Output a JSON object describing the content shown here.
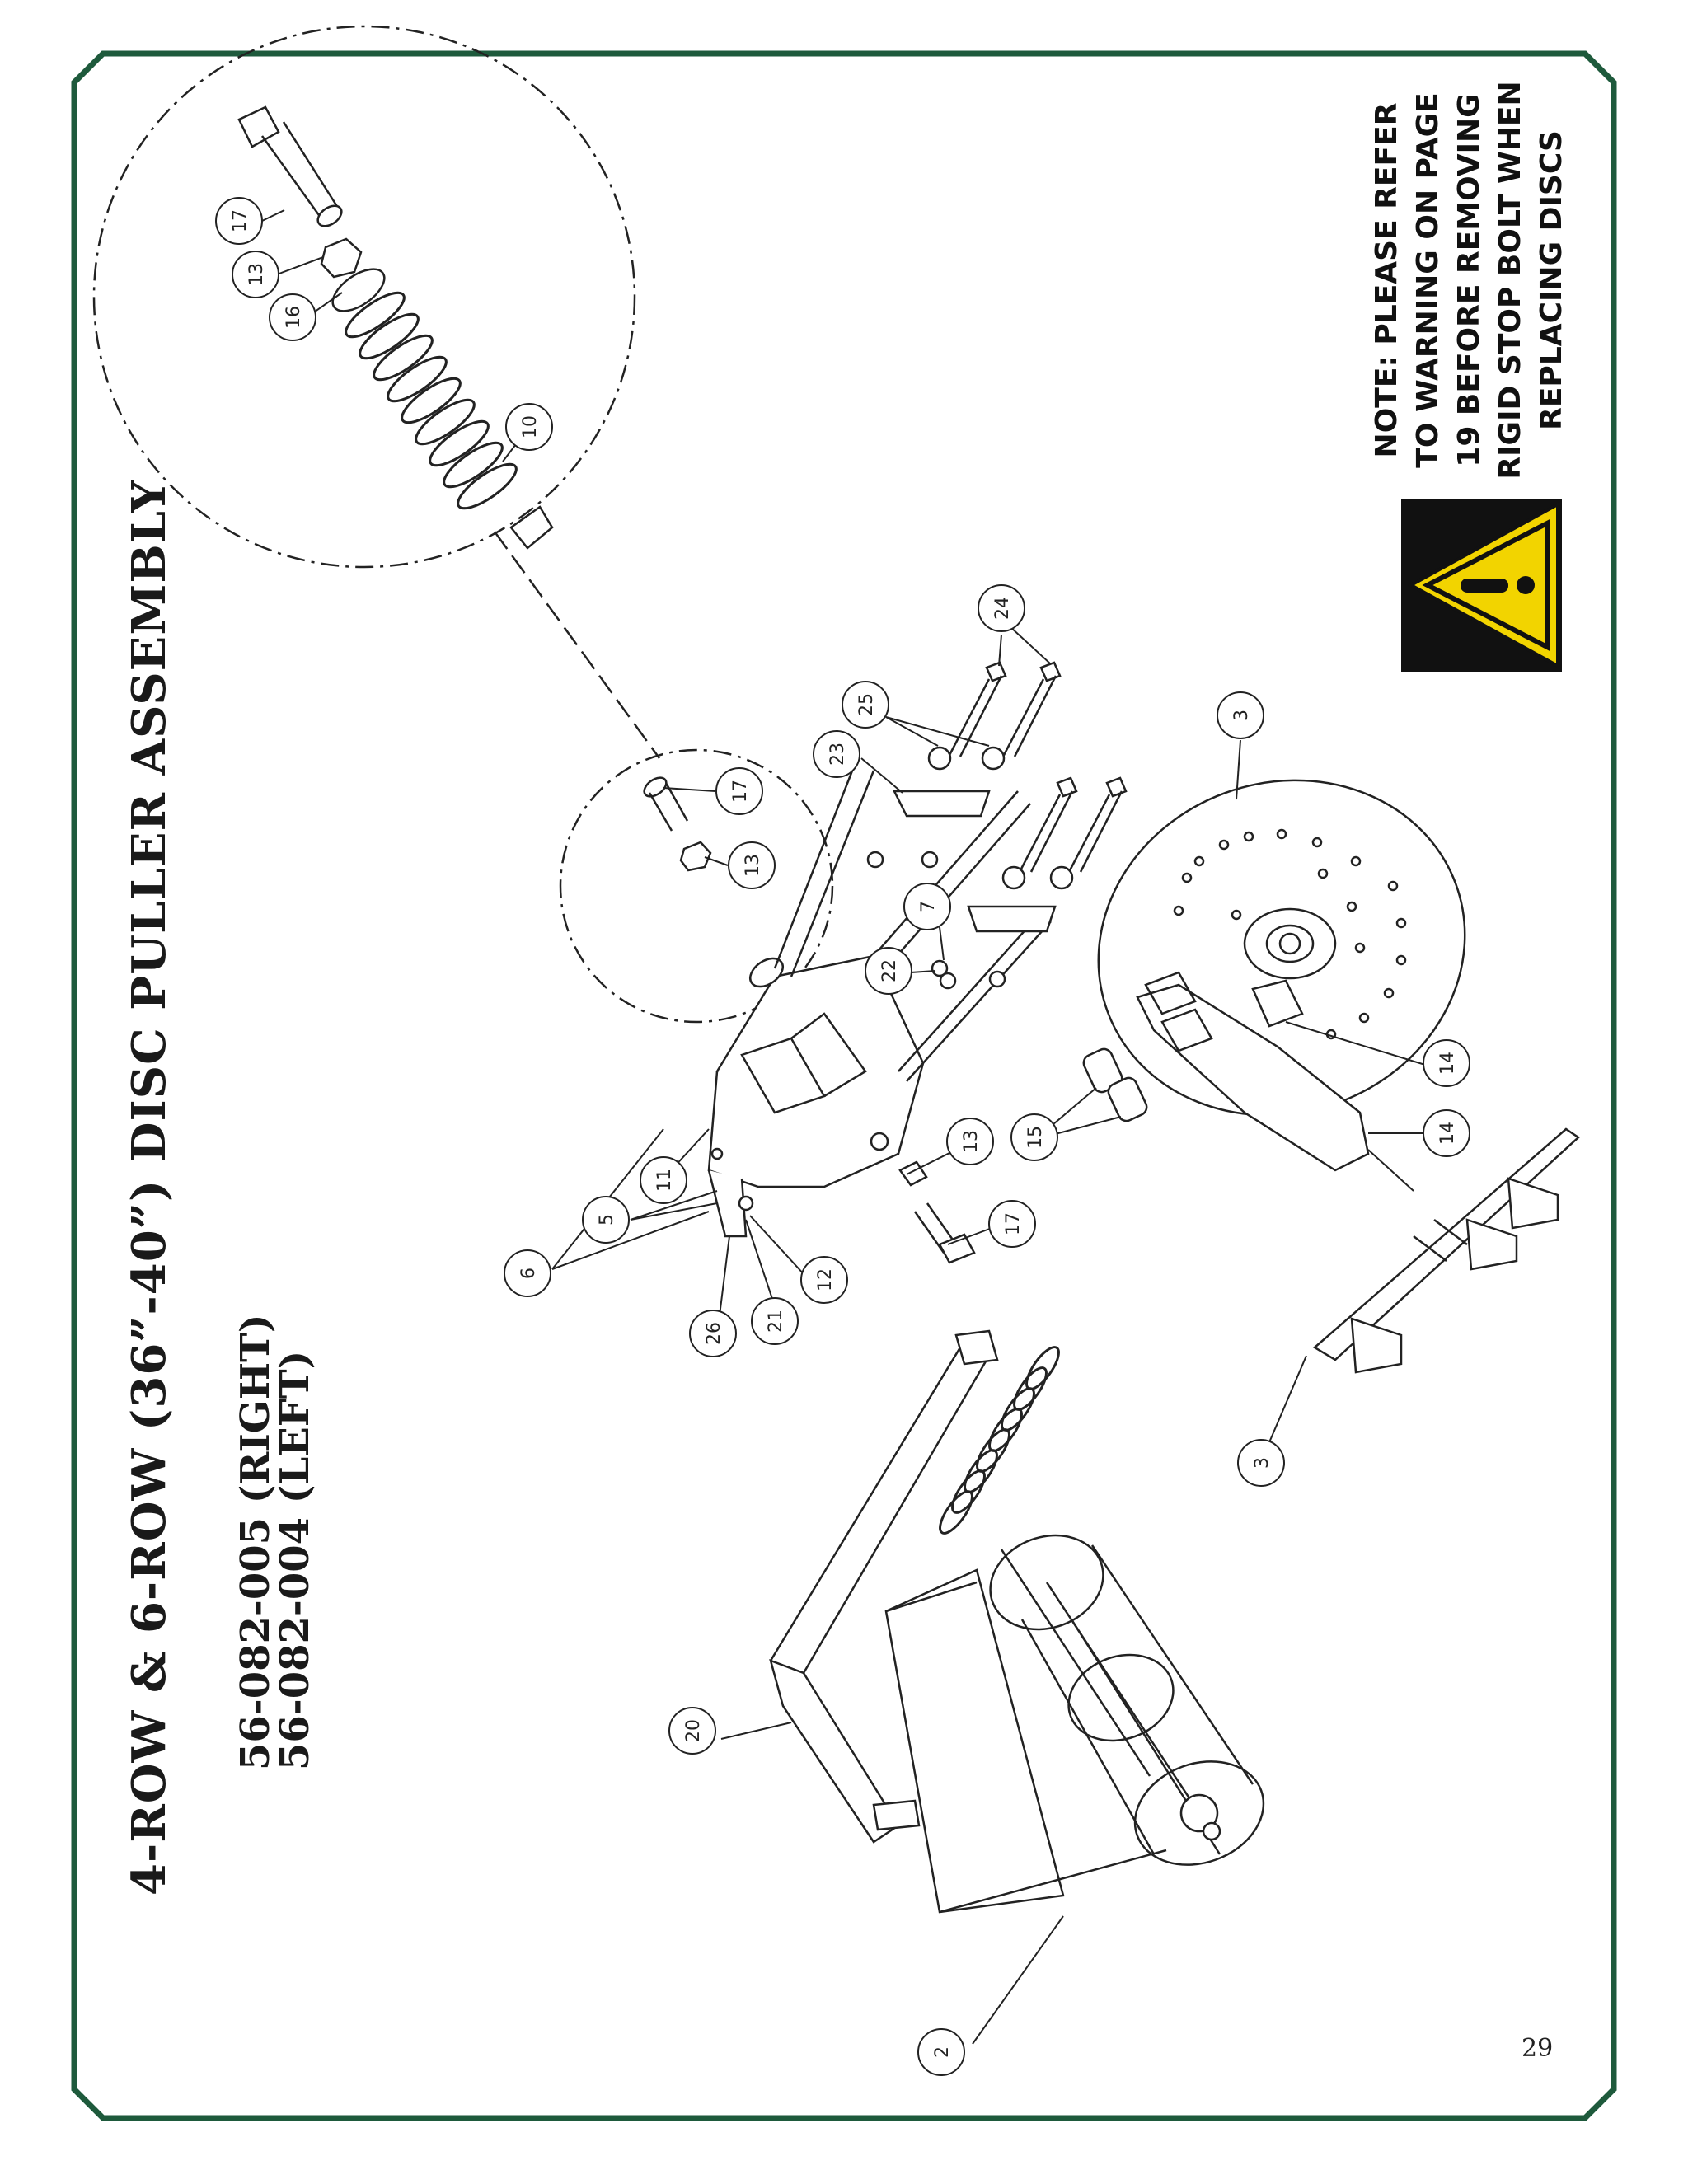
{
  "page": {
    "title": "4-ROW & 6-ROW (36”-40”) DISC PULLER ASSEMBLY",
    "part_numbers": [
      "56-082-005 (RIGHT)",
      "56-082-004 (LEFT)"
    ],
    "page_number": "29",
    "border_color": "#1e5a3c"
  },
  "note": {
    "lines": [
      "NOTE: PLEASE REFER",
      "TO WARNING ON PAGE",
      "19 BEFORE REMOVING",
      "RIGID STOP BOLT WHEN",
      "REPLACING DISCS"
    ],
    "icon": "warning-triangle-icon",
    "colors": {
      "background": "#111111",
      "triangle": "#f2d400"
    }
  },
  "callouts": [
    {
      "label": "17"
    },
    {
      "label": "13"
    },
    {
      "label": "16"
    },
    {
      "label": "10"
    },
    {
      "label": "17"
    },
    {
      "label": "13"
    },
    {
      "label": "24"
    },
    {
      "label": "25"
    },
    {
      "label": "23"
    },
    {
      "label": "7"
    },
    {
      "label": "22"
    },
    {
      "label": "3"
    },
    {
      "label": "14"
    },
    {
      "label": "14"
    },
    {
      "label": "15"
    },
    {
      "label": "13"
    },
    {
      "label": "17"
    },
    {
      "label": "11"
    },
    {
      "label": "5"
    },
    {
      "label": "6"
    },
    {
      "label": "12"
    },
    {
      "label": "21"
    },
    {
      "label": "26"
    },
    {
      "label": "3"
    },
    {
      "label": "20"
    },
    {
      "label": "2"
    }
  ]
}
